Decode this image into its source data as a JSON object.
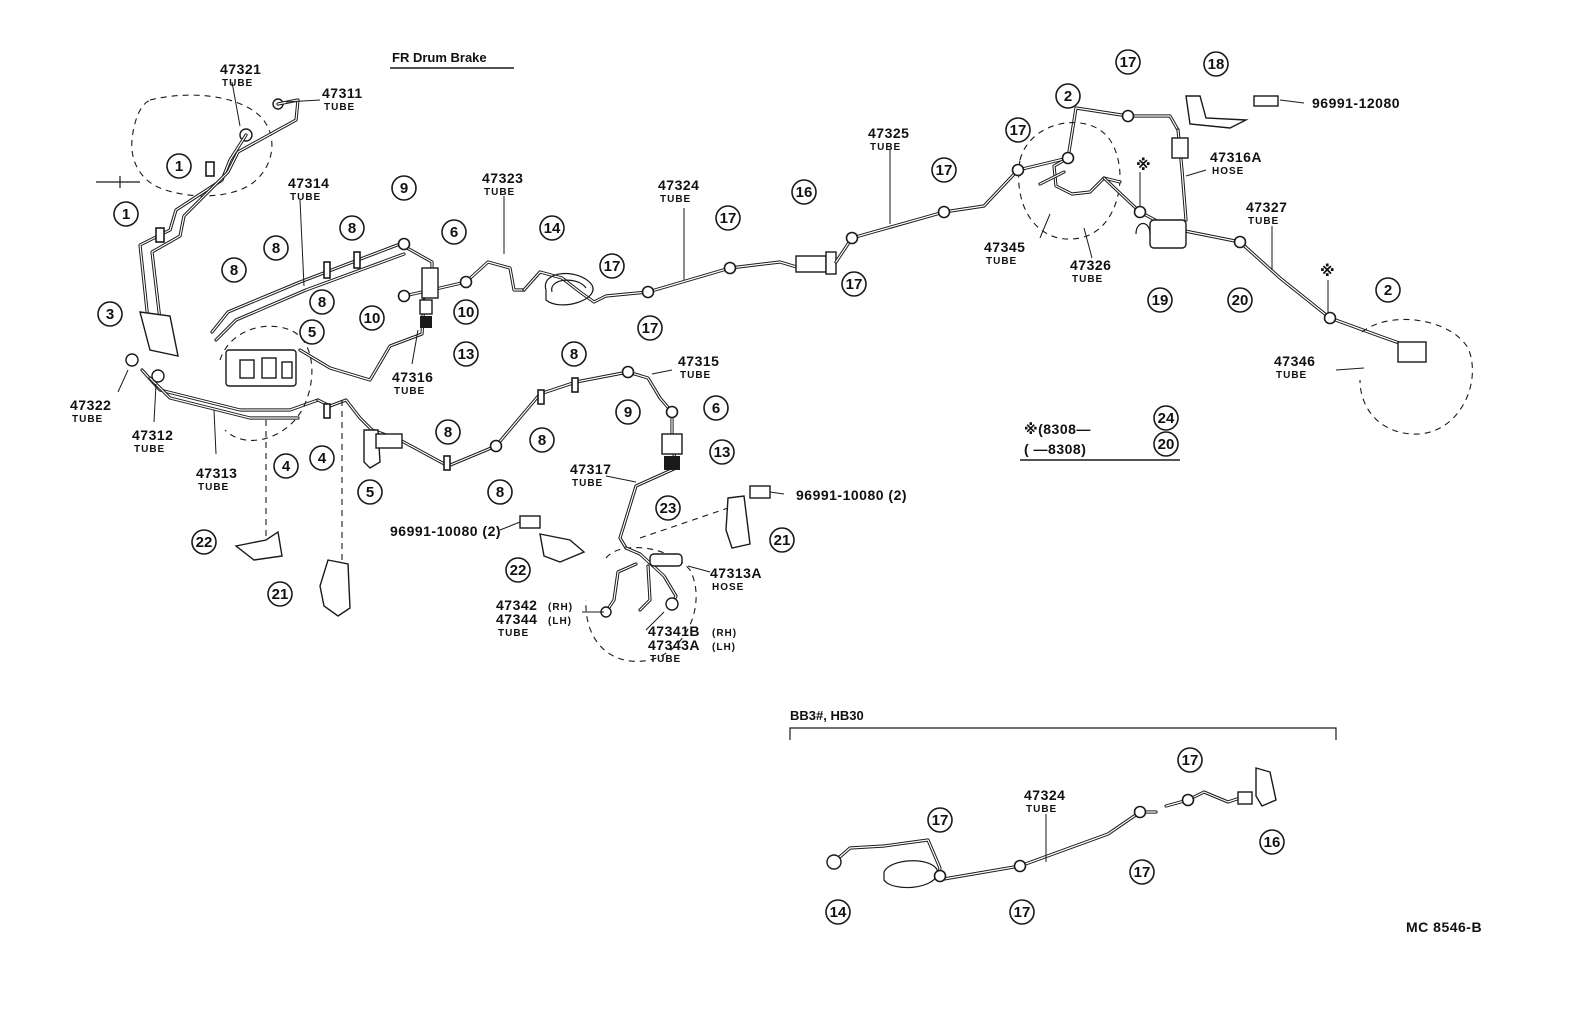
{
  "title": "FR Drum Brake",
  "figure_code": "MC 8546-B",
  "parts": {
    "p47321": {
      "number": "47321",
      "sub": "TUBE"
    },
    "p47311": {
      "number": "47311",
      "sub": "TUBE"
    },
    "p47314": {
      "number": "47314",
      "sub": "TUBE"
    },
    "p47323": {
      "number": "47323",
      "sub": "TUBE"
    },
    "p47324": {
      "number": "47324",
      "sub": "TUBE"
    },
    "p47325": {
      "number": "47325",
      "sub": "TUBE"
    },
    "p47316A": {
      "number": "47316A",
      "sub": "HOSE"
    },
    "p47327": {
      "number": "47327",
      "sub": "TUBE"
    },
    "p47345": {
      "number": "47345",
      "sub": "TUBE"
    },
    "p47326": {
      "number": "47326",
      "sub": "TUBE"
    },
    "p47346": {
      "number": "47346",
      "sub": "TUBE"
    },
    "p47322": {
      "number": "47322",
      "sub": "TUBE"
    },
    "p47312": {
      "number": "47312",
      "sub": "TUBE"
    },
    "p47313": {
      "number": "47313",
      "sub": "TUBE"
    },
    "p47316": {
      "number": "47316",
      "sub": "TUBE"
    },
    "p47315": {
      "number": "47315",
      "sub": "TUBE"
    },
    "p47317": {
      "number": "47317",
      "sub": "TUBE"
    },
    "p47313A": {
      "number": "47313A",
      "sub": "HOSE"
    },
    "p47342": {
      "number": "47342",
      "suffix": "(RH)"
    },
    "p47344": {
      "number": "47344",
      "suffix": "(LH)",
      "sub": "TUBE"
    },
    "p47341B": {
      "number": "47341B",
      "suffix": "(RH)"
    },
    "p47343A": {
      "number": "47343A",
      "suffix": "(LH)",
      "sub": "TUBE"
    },
    "p47324b": {
      "number": "47324",
      "sub": "TUBE"
    }
  },
  "clip_parts": {
    "c12080": "96991-12080",
    "c10080a": "96991-10080 (2)",
    "c10080b": "96991-10080 (2)"
  },
  "callouts": {
    "c1a": "1",
    "c1b": "1",
    "c3": "3",
    "c8a": "8",
    "c8b": "8",
    "c8c": "8",
    "c8d": "8",
    "c9a": "9",
    "c6a": "6",
    "c10a": "10",
    "c10b": "10",
    "c13a": "13",
    "c5a": "5",
    "c4a": "4",
    "c4b": "4",
    "c5b": "5",
    "c14a": "14",
    "c17a": "17",
    "c17b": "17",
    "c17c": "17",
    "c16a": "16",
    "c17d": "17",
    "c17e": "17",
    "c17f": "17",
    "c17g": "17",
    "c2a": "2",
    "c18": "18",
    "c19": "19",
    "c20a": "20",
    "c2b": "2",
    "c8e": "8",
    "c8f": "8",
    "c9b": "9",
    "c6b": "6",
    "c13b": "13",
    "c8g": "8",
    "c8h": "8",
    "c22a": "22",
    "c21a": "21",
    "c22b": "22",
    "c23": "23",
    "c21b": "21",
    "c24": "24",
    "c20b": "20",
    "c17h": "17",
    "c16b": "16",
    "c17i": "17",
    "c17j": "17",
    "c17k": "17",
    "c14b": "14"
  },
  "note": {
    "line1": "※(8308—",
    "line2": "(        —8308)",
    "ref_top": "24",
    "ref_bottom": "20",
    "mark": "※"
  },
  "inset": {
    "heading": "BB3#, HB30"
  }
}
